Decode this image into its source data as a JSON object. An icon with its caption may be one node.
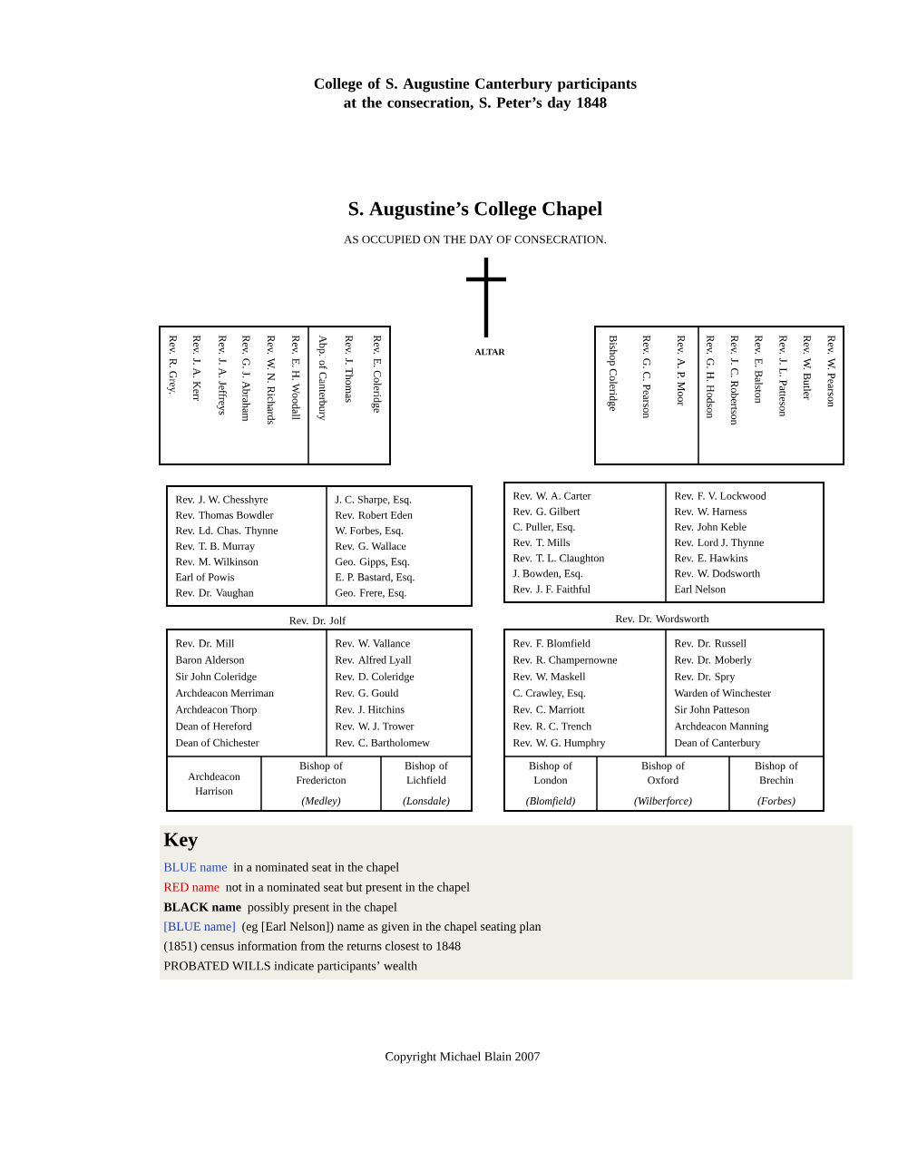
{
  "diagram": {
    "title": "College of S. Augustine Canterbury participants at the consecration, S. Peter’s day 1848",
    "nodes": [
      {
        "text": [],
        "shape": "box"
      },
      {
        "text": [
          "Rev. R. Grey.",
          "Rev. J. A. Kerr",
          "Rev. J. A. Jeffreys",
          "Rev. G. J. Abraham",
          "Rev. W. N. Richards",
          "Rev. E. H. Woodall"
        ],
        "in": 0
      },
      {
        "text": [
          "Abp. of Canterbury",
          "Rev. J. Thomas",
          "Rev. E. Coleridge"
        ],
        "in": 0
      },
      {
        "text": [],
        "shape": "box"
      },
      {
        "text": [
          "Bishop Coleridge",
          "Rev. G. C. Pearson",
          "Rev. A. P. Moor"
        ],
        "in": 3
      },
      {
        "text": [
          "Rev. G. H. Hodson",
          "Rev. J. C. Robertson",
          "Rev. E. Balston",
          "Rev. J. L. Patteson",
          "Rev. W. Butler",
          "Rev. W. Pearson"
        ],
        "in": 3
      },
      {
        "text": [],
        "shape": "box"
      },
      {
        "text": [
          "Rev. J. W. Chesshyre",
          "Rev. Thomas Bowdler",
          "Rev. Ld. Chas. Thynne",
          "Rev. T. B. Murray",
          "Rev. M. Wilkinson",
          "Earl of Powis",
          "Rev. Dr. Vaughan"
        ],
        "in": 6
      },
      {
        "text": [
          "J. C. Sharpe, Esq.",
          "Rev. Robert Eden",
          "W. Forbes, Esq.",
          "Rev. G. Wallace",
          "Geo. Gipps, Esq.",
          "E. P. Bastard, Esq.",
          "Geo. Frere, Esq."
        ],
        "in": 6
      },
      {
        "text": [],
        "shape": "box"
      },
      {
        "text": [
          "Rev. W. A. Carter",
          "Rev. G. Gilbert",
          "C. Puller, Esq.",
          "Rev. T. Mills",
          "Rev. T. L. Claughton",
          "J. Bowden, Esq.",
          "Rev. J. F. Faithful"
        ],
        "in": 9
      },
      {
        "text": [
          "Rev. F. V. Lockwood",
          "Rev. W. Harness",
          "Rev. John Keble",
          "Rev. Lord J. Thynne",
          "Rev. E. Hawkins",
          "Rev. W. Dodsworth",
          "Earl Nelson"
        ],
        "in": 9
      },
      {
        "text": [],
        "shape": "box"
      },
      {
        "text": [
          "Rev. Dr. Mill",
          "Baron Alderson",
          "Sir John Coleridge",
          "Archdeacon Merriman",
          "Archdeacon Thorp",
          "Dean of Hereford",
          "Dean of Chichester"
        ],
        "in": 12
      },
      {
        "text": [
          "Rev. W. Vallance",
          "Rev. Alfred Lyall",
          "Rev. D. Coleridge",
          "Rev. G. Gould",
          "Rev. J. Hitchins",
          "Rev. W. J. Trower",
          "Rev. C. Bartholomew"
        ],
        "in": 12
      },
      {
        "text": [
          "Archdeacon Harrison"
        ],
        "in": 12
      },
      {
        "text": [
          "Bishop of Fredericton",
          "(Medley)"
        ],
        "in": 12
      },
      {
        "text": [
          "Bishop of Lichfield",
          "(Lonsdale)"
        ],
        "in": 12
      },
      {
        "text": [],
        "shape": "box"
      },
      {
        "text": [
          "Rev. F. Blomfield",
          "Rev. R. Champernowne",
          "Rev. W. Maskell",
          "C. Crawley, Esq.",
          "Rev. C. Marriott",
          "Rev. R. C. Trench",
          "Rev. W. G. Humphry"
        ],
        "in": 18
      },
      {
        "text": [
          "Rev. Dr. Russell",
          "Rev. Dr. Moberly",
          "Rev. Dr. Spry",
          "Warden of Winchester",
          "Sir John Patteson",
          "Archdeacon Manning",
          "Dean of Canterbury"
        ],
        "in": 18
      },
      {
        "text": [
          "Bishop of London",
          "(Blomfield)"
        ],
        "in": 18
      },
      {
        "text": [
          "Bishop of Oxford",
          "(Wilberforce)"
        ],
        "in": 18
      },
      {
        "text": [
          "Bishop of Brechin",
          "(Forbes)"
        ],
        "in": 18
      }
    ],
    "labels": [
      "S. Augustine’s College Chapel",
      "AS OCCUPIED ON THE DAY OF CONSECRATION.",
      "ALTAR",
      "Rev. Dr. Jolf",
      "Rev. Dr. Wordsworth",
      "Key",
      "BLUE name",
      "in a nominated seat in the chapel",
      "RED name",
      "not in a nominated seat but present in the chapel",
      "BLACK name",
      "possibly present in the chapel",
      "[BLUE name]",
      "(eg [Earl Nelson]) name as given in the chapel seating plan",
      "(1851) census information from the returns closest to 1848",
      "PROBATED WILLS indicate participants’ wealth",
      "Copyright Michael Blain 2007"
    ]
  }
}
